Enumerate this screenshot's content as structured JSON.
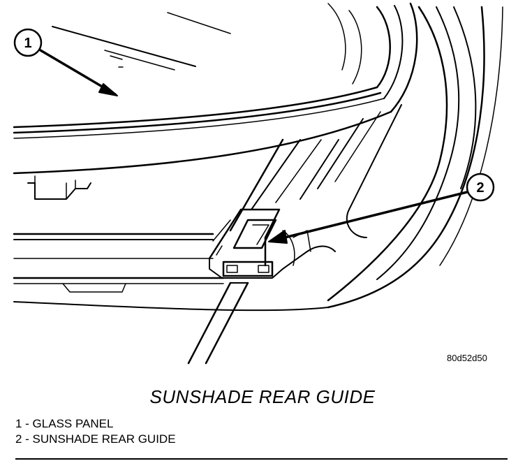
{
  "figure": {
    "id_code": "80d52d50",
    "title": "SUNSHADE REAR GUIDE",
    "callouts": [
      {
        "number": "1",
        "label": "GLASS PANEL"
      },
      {
        "number": "2",
        "label": "SUNSHADE REAR GUIDE"
      }
    ],
    "legend": [
      "1 - GLASS PANEL",
      "2 - SUNSHADE REAR GUIDE"
    ]
  }
}
